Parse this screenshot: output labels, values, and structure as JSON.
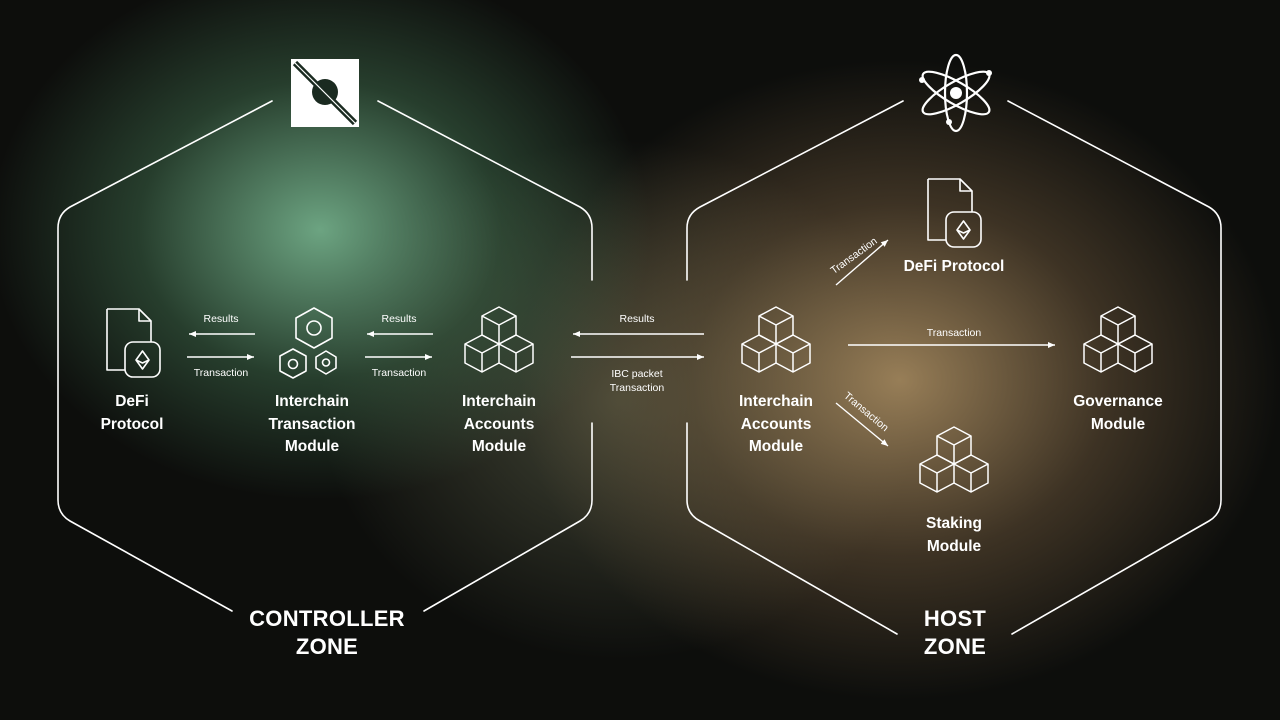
{
  "controller_zone": {
    "title": "CONTROLLER\nZONE",
    "logo_icon": "square-circle-slash-logo",
    "nodes": {
      "defi_protocol": "DeFi\nProtocol",
      "interchain_transaction_module": "Interchain\nTransaction\nModule",
      "interchain_accounts_module": "Interchain\nAccounts\nModule"
    },
    "arrows": {
      "a_results": "Results",
      "a_transaction": "Transaction",
      "b_results": "Results",
      "b_transaction": "Transaction"
    }
  },
  "bridge": {
    "results": "Results",
    "ibc_packet": "IBC packet\nTransaction"
  },
  "host_zone": {
    "title": "HOST\nZONE",
    "logo_icon": "cosmos-atom-logo",
    "nodes": {
      "interchain_accounts_module": "Interchain\nAccounts\nModule",
      "defi_protocol": "DeFi Protocol",
      "governance_module": "Governance\nModule",
      "staking_module": "Staking\nModule"
    },
    "arrows": {
      "to_defi": "Transaction",
      "to_governance": "Transaction",
      "to_staking": "Transaction"
    }
  },
  "colors": {
    "line": "#ffffff",
    "background": "#0d0e0c",
    "controller_glow": "#7dbe96",
    "host_glow": "#af9164"
  }
}
